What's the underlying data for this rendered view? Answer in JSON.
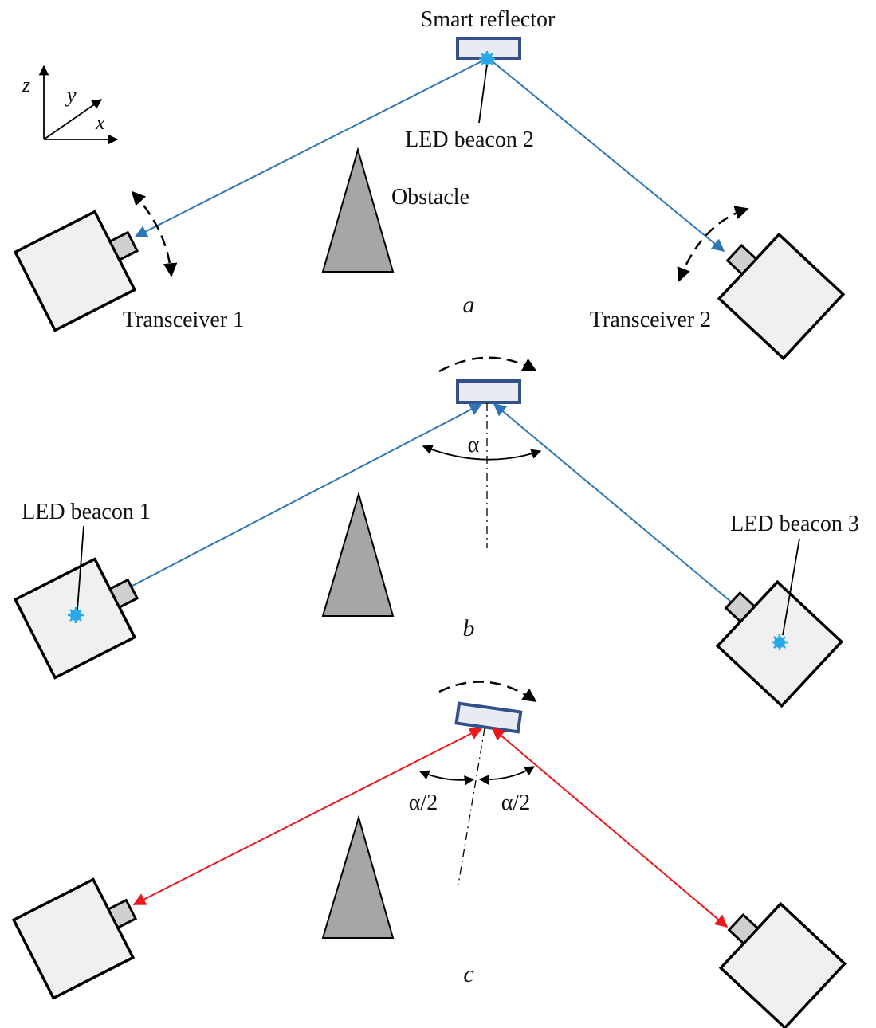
{
  "labels": {
    "smart_reflector": "Smart reflector",
    "led_beacon_1": "LED beacon 1",
    "led_beacon_2": "LED beacon 2",
    "led_beacon_3": "LED beacon 3",
    "obstacle": "Obstacle",
    "transceiver_1": "Transceiver 1",
    "transceiver_2": "Transceiver 2",
    "alpha": "α",
    "half_alpha_left": "α/2",
    "half_alpha_right": "α/2"
  },
  "axes": {
    "z": "z",
    "y": "y",
    "x": "x"
  },
  "subfigures": {
    "a": "a",
    "b": "b",
    "c": "c"
  },
  "colors": {
    "beam_blue": "#2e75b6",
    "beam_red": "#e8181b",
    "led_blue": "#29a8e8",
    "reflector_edge": "#34508a",
    "obstacle_fill": "#a6a6a6"
  }
}
